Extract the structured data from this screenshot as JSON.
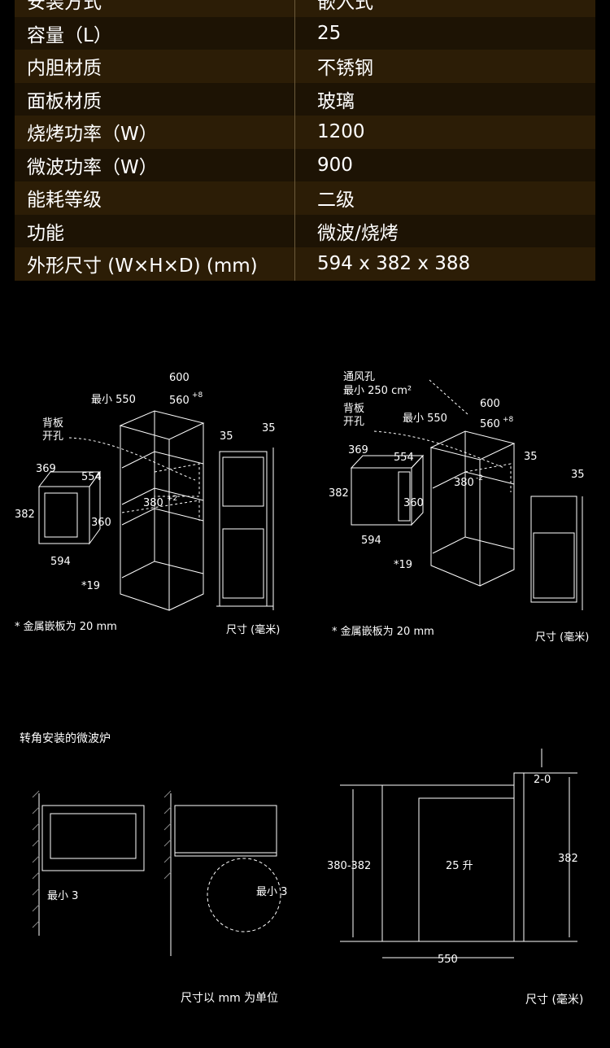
{
  "specs": [
    {
      "k": "安装方式",
      "v": "嵌入式"
    },
    {
      "k": "容量（L）",
      "v": "25"
    },
    {
      "k": "内胆材质",
      "v": "不锈钢"
    },
    {
      "k": "面板材质",
      "v": "玻璃"
    },
    {
      "k": "烧烤功率（W）",
      "v": "1200"
    },
    {
      "k": "微波功率（W）",
      "v": "900"
    },
    {
      "k": "能耗等级",
      "v": "二级"
    },
    {
      "k": "功能",
      "v": "微波/烧烤"
    },
    {
      "k": "外形尺寸 (W×H×D) (mm)",
      "v": "594 x 382 x 388"
    }
  ],
  "diagram1": {
    "dims": [
      "600",
      "最小 550",
      "560",
      "+8",
      "35",
      "35",
      "背板",
      "开孔",
      "369",
      "554",
      "382",
      "360",
      "380",
      "+2",
      "594",
      "*19"
    ],
    "note": "* 金属嵌板为 20 mm",
    "unit": "尺寸 (毫米)"
  },
  "diagram2": {
    "vent1": "通风孔",
    "vent2": "最小 250 cm²",
    "dims": [
      "600",
      "最小 550",
      "560",
      "+8",
      "35",
      "35",
      "背板",
      "开孔",
      "369",
      "554",
      "382",
      "360",
      "380",
      "-2",
      "594",
      "*19"
    ],
    "note": "* 金属嵌板为 20 mm",
    "unit": "尺寸 (毫米)"
  },
  "corner": {
    "title": "转角安装的微波炉",
    "min_left": "最小 3",
    "min_right": "最小 3",
    "unit_note": "尺寸以 mm 为单位"
  },
  "side": {
    "gap": "2-0",
    "height_left": "380-382",
    "height_right": "382",
    "capacity": "25 升",
    "depth": "550",
    "unit": "尺寸 (毫米)"
  }
}
